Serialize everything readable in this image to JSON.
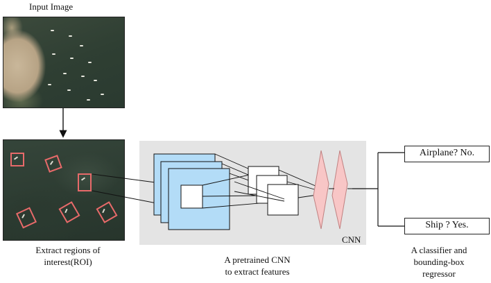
{
  "input_section": {
    "title": "Input Image"
  },
  "roi_section": {
    "caption_line1": "Extract regions of",
    "caption_line2": "interest(ROI)"
  },
  "cnn_section": {
    "panel_label": "CNN",
    "caption_line1": "A pretrained CNN",
    "caption_line2": "to extract features"
  },
  "classifier_section": {
    "output_top": "Airplane? No.",
    "output_bottom": "Ship ? Yes.",
    "caption_line1": "A classifier and",
    "caption_line2": "bounding-box",
    "caption_line3": "regressor"
  },
  "colors": {
    "roi_border": "#e86a6a",
    "feature_map_fill": "#b3dcf7",
    "cnn_layer_fill": "#f8c6c6",
    "panel_bg": "#e4e4e4"
  }
}
